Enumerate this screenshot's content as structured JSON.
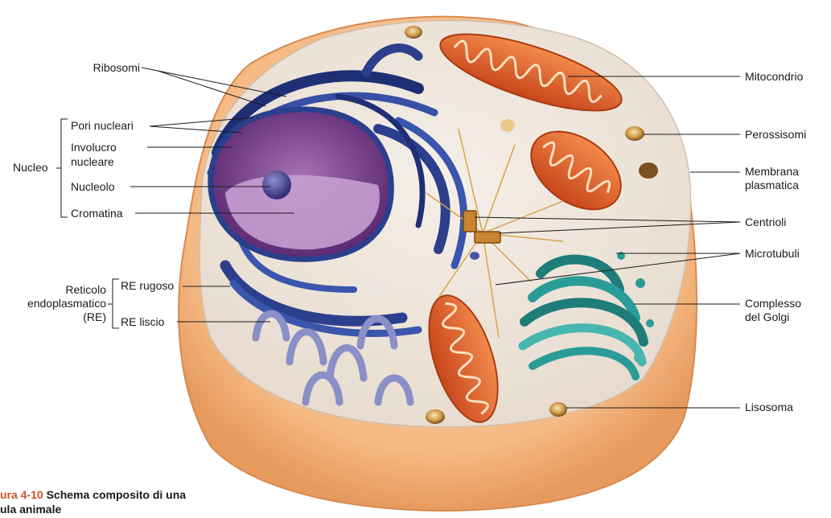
{
  "labels": {
    "ribosomi": "Ribosomi",
    "pori_nucleari": "Pori nucleari",
    "involucro_1": "Involucro",
    "involucro_2": "nucleare",
    "nucleo": "Nucleo",
    "nucleolo": "Nucleolo",
    "cromatina": "Cromatina",
    "reticolo_1": "Reticolo",
    "reticolo_2": "endoplasmatico",
    "reticolo_3": "(RE)",
    "re_rugoso": "RE rugoso",
    "re_liscio": "RE liscio",
    "mitocondrio": "Mitocondrio",
    "perossisomi": "Perossisomi",
    "membrana_1": "Membrana",
    "membrana_2": "plasmatica",
    "centrioli": "Centrioli",
    "microtubuli": "Microtubuli",
    "golgi_1": "Complesso",
    "golgi_2": "del Golgi",
    "lisosoma": "Lisosoma"
  },
  "caption": {
    "figure": "ura 4-10",
    "title_line1": "Schema composito di una",
    "title_line2": "ula animale"
  },
  "colors": {
    "cell_outer": "#f3b47e",
    "cytoplasm": "#efe6dc",
    "er": "#2b3f8c",
    "nucleus": "#7a3f8e",
    "mitochondria": "#e2622a",
    "golgi": "#2a9c98",
    "caption_accent": "#d0502a"
  }
}
